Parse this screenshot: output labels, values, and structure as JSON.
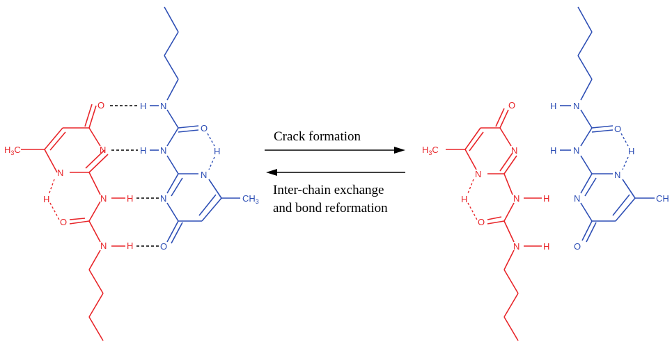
{
  "colors": {
    "red": "#e8262a",
    "blue": "#2e4fb5",
    "black": "#000000"
  },
  "arrows": {
    "forward_label": "Crack formation",
    "reverse_label_line1": "Inter-chain exchange",
    "reverse_label_line2": "and bond reformation"
  },
  "atoms": {
    "O": "O",
    "N": "N",
    "H": "H",
    "methyl": "H",
    "methyl_sub": "3",
    "methyl_c": "C",
    "ch": "CH",
    "ch3_sub": "3"
  }
}
